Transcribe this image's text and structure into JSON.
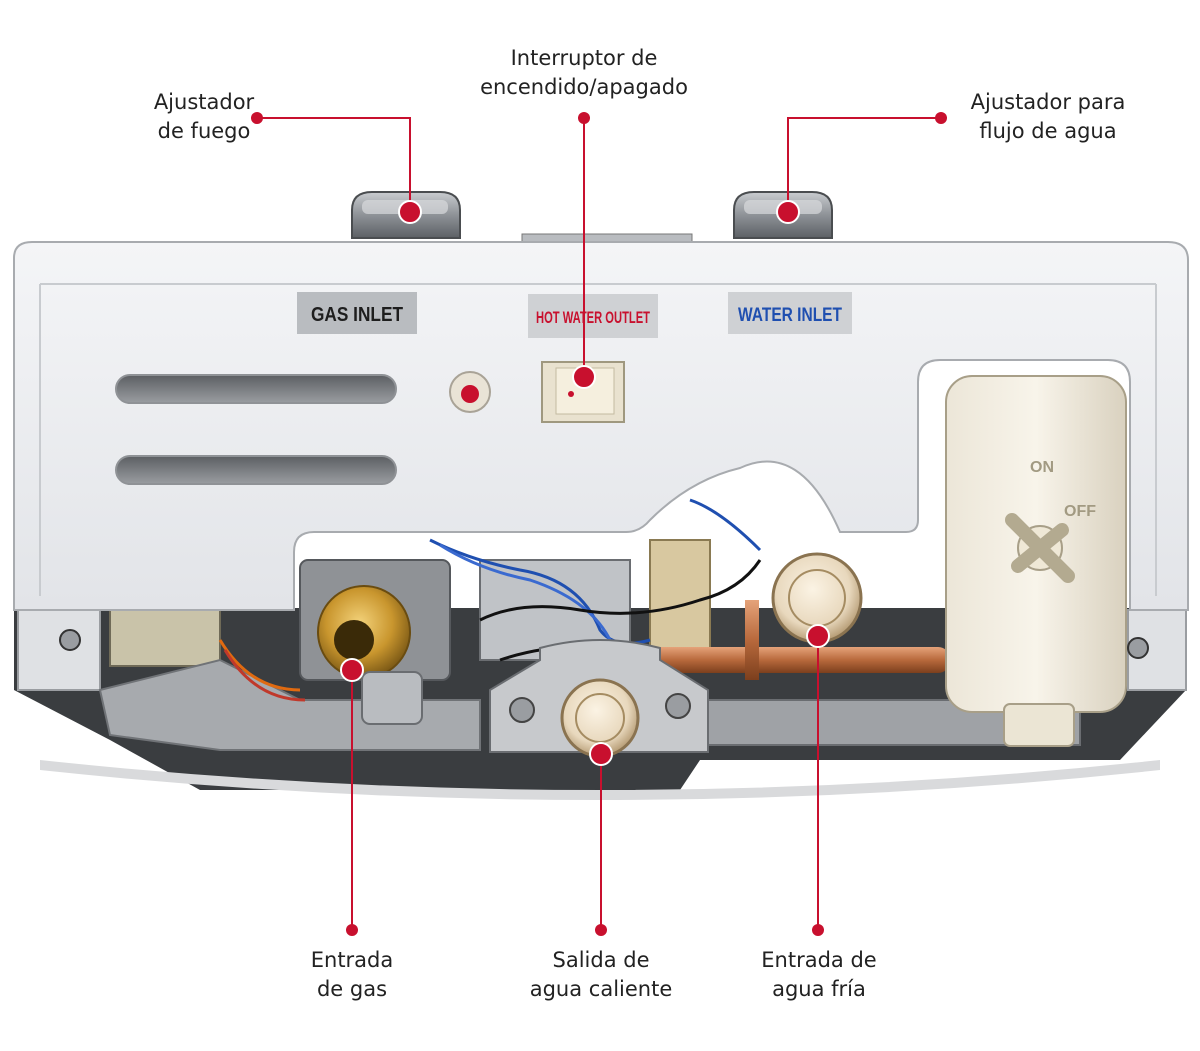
{
  "colors": {
    "accent": "#c8102e",
    "text": "#222222",
    "panel": "#eceef1",
    "brass": "#c9962e",
    "copper": "#b8693c",
    "cabinet_dark": "#3a3d40"
  },
  "callouts": {
    "fire_adjuster": {
      "line1": "Ajustador",
      "line2": "de fuego"
    },
    "power_switch": {
      "line1": "Interruptor de",
      "line2": "encendido/apagado"
    },
    "water_flow_adjuster": {
      "line1": "Ajustador para",
      "line2": "flujo de agua"
    },
    "gas_inlet": {
      "line1": "Entrada",
      "line2": "de gas"
    },
    "hot_water_outlet": {
      "line1": "Salida de",
      "line2": "agua caliente"
    },
    "cold_water_inlet": {
      "line1": "Entrada de",
      "line2": "agua fría"
    }
  },
  "device_labels": {
    "gas_inlet": "GAS INLET",
    "hot_water_outlet": "HOT WATER OUTLET",
    "water_inlet": "WATER INLET",
    "valve_on": "ON",
    "valve_off": "OFF"
  }
}
